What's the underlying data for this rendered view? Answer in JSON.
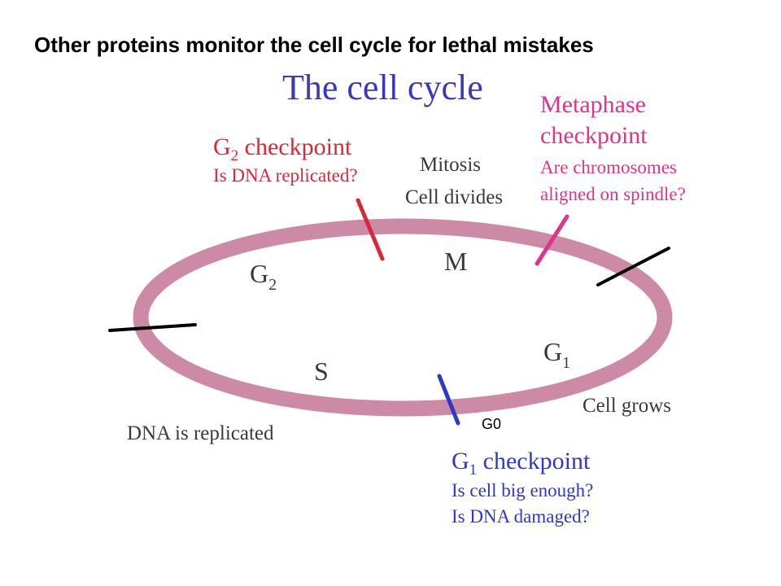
{
  "slide": {
    "title": "Other proteins monitor the cell cycle for lethal mistakes"
  },
  "diagram": {
    "heading": "The cell cycle",
    "phases": {
      "m": "M",
      "g2_main": "G",
      "g2_sub": "2",
      "s": "S",
      "g1_main": "G",
      "g1_sub": "1"
    },
    "descriptions": {
      "mitosis_line1": "Mitosis",
      "mitosis_line2": "Cell divides",
      "cell_grows": "Cell grows",
      "dna_replicated": "DNA is replicated"
    },
    "checkpoints": {
      "g2": {
        "title_main": "G",
        "title_sub": "2",
        "title_rest": " checkpoint",
        "question": "Is DNA replicated?"
      },
      "metaphase": {
        "line1": "Metaphase",
        "line2": "checkpoint",
        "question1": "Are chromosomes",
        "question2": "aligned on spindle?"
      },
      "g1": {
        "title_main": "G",
        "title_sub": "1",
        "title_rest": " checkpoint",
        "question1": "Is cell big enough?",
        "question2": "Is DNA damaged?"
      }
    },
    "g0_label": "G0",
    "colors": {
      "ring": "#cc8aa6",
      "heading": "#3a3ab8",
      "g2_checkpoint": "#d62a3a",
      "metaphase_checkpoint": "#e0338a",
      "g1_checkpoint": "#3038c8",
      "text_dark": "#3a3a3a",
      "marker_black": "#000000"
    }
  }
}
